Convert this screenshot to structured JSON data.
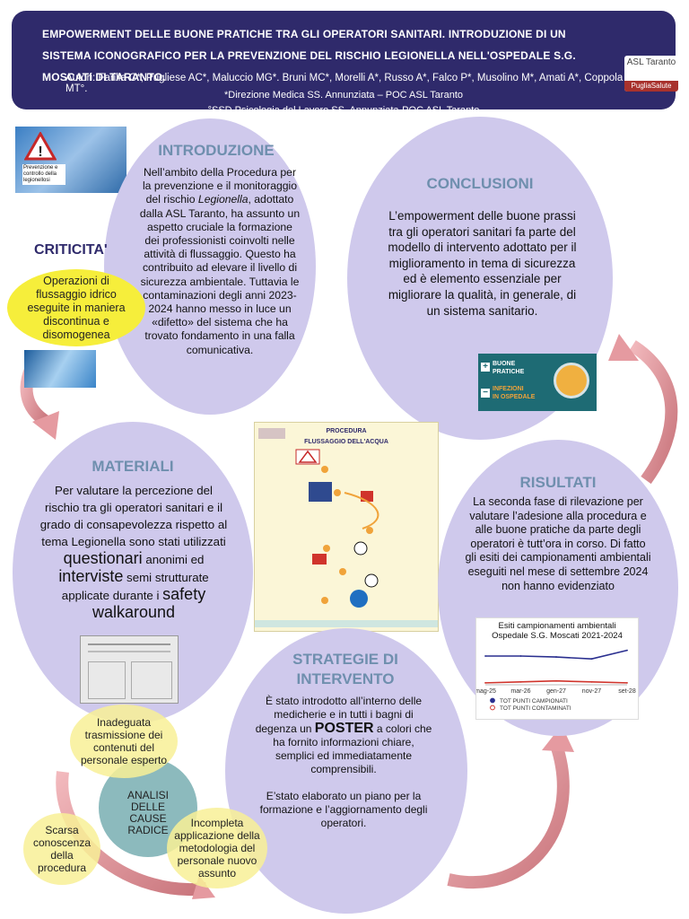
{
  "header": {
    "title": "EMPOWERMENT DELLE BUONE PRATICHE TRA GLI OPERATORI SANITARI. INTRODUZIONE DI UN SISTEMA ICONOGRAFICO PER LA PREVENZIONE DEL RISCHIO LEGIONELLA NELL'OSPEDALE S.G. MOSCATI DI TARANTO.",
    "authors": "Autori: Farilla C*, Pugliese AC*, Maluccio MG*. Bruni MC*, Morelli A*, Russo A*, Falco P*, Musolino M*, Amati A*, Coppola MT°.",
    "affiliation1": "*Direzione Medica SS. Annunziata – POC ASL Taranto",
    "affiliation2": "°SSD Psicologia del Lavoro SS. Annunziata-POC ASL Taranto",
    "logo_top": "ASL Taranto",
    "logo_bottom": "PugliaSalute"
  },
  "criticita": {
    "title": "CRITICITA'",
    "bubble": "Operazioni di flussaggio idrico eseguite in maniera discontinua e disomogenea"
  },
  "top_image": {
    "caption": "Prevenzione e controllo della legionellosi"
  },
  "introduzione": {
    "title": "INTRODUZIONE",
    "text_1": "Nell’ambito della Procedura per la prevenzione e il monitoraggio del rischio",
    "text_italic": "Legionella",
    "text_2": ", adottato dalla ASL Taranto, ha assunto un aspetto cruciale la formazione dei professionisti coinvolti nelle attività di flussaggio. Questo ha contribuito ad elevare il livello di sicurezza ambientale. Tuttavia le contaminazioni degli anni 2023-2024 hanno messo in luce un «difetto» del sistema che  ha trovato fondamento in una falla comunicativa."
  },
  "conclusioni": {
    "title": "CONCLUSIONI",
    "text": "L’empowerment delle buone prassi tra gli operatori sanitari fa parte del modello di intervento adottato per il miglioramento in tema di sicurezza ed è elemento essenziale per migliorare la qualità, in generale, di un sistema sanitario."
  },
  "banner": {
    "line1": "BUONE",
    "line2": "PRATICHE",
    "line3": "INFEZIONI",
    "line4": "IN OSPEDALE"
  },
  "materiali": {
    "title": "MATERIALI",
    "text_1": "Per valutare la percezione del rischio tra gli operatori sanitari e il grado di consapevolezza rispetto al tema Legionella sono stati utilizzati",
    "big_1": "questionari",
    "text_2": "anonimi ed",
    "big_2": "interviste",
    "text_3": "semi strutturate applicate durante i",
    "big_3": "safety walkaround"
  },
  "procedure_poster": {
    "title": "PROCEDURA",
    "subtitle": "FLUSSAGGIO DELL'ACQUA"
  },
  "risultati": {
    "title": "RISULTATI",
    "text": "La seconda fase di rilevazione per valutare l’adesione alla procedura e alle buone pratiche da parte degli operatori è tutt’ora in corso. Di fatto gli esiti dei campionamenti ambientali eseguiti nel mese di settembre 2024 non hanno evidenziato"
  },
  "chart_data": {
    "type": "line",
    "title": "Esiti campionamenti ambientali Ospedale S.G. Moscati 2021-2024",
    "categories": [
      "mag-25",
      "mar-26",
      "gen-27",
      "nov-27",
      "set-28"
    ],
    "series": [
      {
        "name": "TOT PUNTI CAMPIONATI",
        "values": [
          30,
          30,
          29,
          27,
          36
        ],
        "color": "#2a2f8f"
      },
      {
        "name": "TOT PUNTI CONTAMINATI",
        "values": [
          2,
          3,
          4,
          3,
          2
        ],
        "color": "#d0342c"
      }
    ],
    "ylim": [
      0,
      45
    ],
    "legend_position": "bottom"
  },
  "strategie": {
    "title": "STRATEGIE DI INTERVENTO",
    "text_1": "È stato introdotto all’interno delle medicherie e in tutti i bagni di degenza un",
    "big": "POSTER",
    "text_2": "a colori che ha fornito informazioni chiare, semplici ed immediatamente comprensibili.",
    "text_3": "E’stato elaborato un piano per la formazione e l’aggiornamento degli operatori."
  },
  "root_cause": {
    "center": "ANALISI DELLE CAUSE RADICE",
    "cause_1": "Inadeguata trasmissione dei contenuti del personale esperto",
    "cause_2": "Scarsa conoscenza della procedura",
    "cause_3": "Incompleta applicazione della metodologia del personale nuovo assunto"
  },
  "colors": {
    "header_bg": "#2f2a6b",
    "ellipse": "#cfc9ec",
    "title": "#6f8fae",
    "arrow": "#e59aa0",
    "yellow": "#f6ee3b"
  }
}
